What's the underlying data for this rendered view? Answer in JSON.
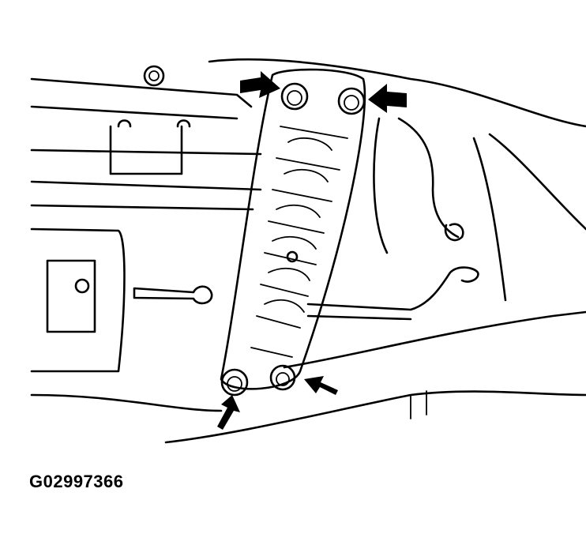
{
  "figure": {
    "id_label": "G02997366",
    "subject": "Bracket bolted with four bolts, indicated by arrows",
    "arrows": [
      {
        "name": "arrow-top-left",
        "points_to": "bolt-top-left"
      },
      {
        "name": "arrow-top-right",
        "points_to": "bolt-top-right"
      },
      {
        "name": "arrow-bottom-left",
        "points_to": "bolt-bottom-left"
      },
      {
        "name": "arrow-bottom-right",
        "points_to": "bolt-bottom-right"
      }
    ],
    "colors": {
      "line": "#000000",
      "background": "#ffffff"
    }
  }
}
